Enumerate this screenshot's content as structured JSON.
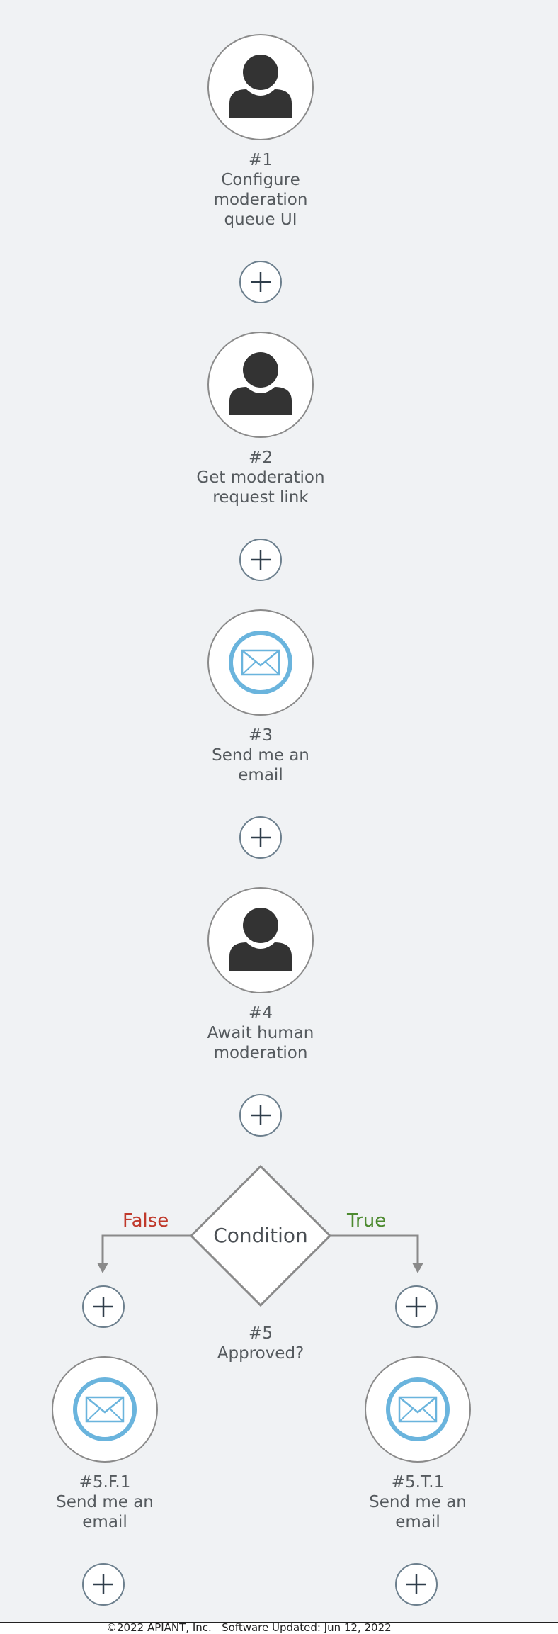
{
  "steps": [
    {
      "number": "#1",
      "lines": [
        "Configure",
        "moderation",
        "queue UI"
      ],
      "icon": "person-icon"
    },
    {
      "number": "#2",
      "lines": [
        "Get moderation",
        "request link"
      ],
      "icon": "person-icon"
    },
    {
      "number": "#3",
      "lines": [
        "Send me an",
        "email"
      ],
      "icon": "email-icon"
    },
    {
      "number": "#4",
      "lines": [
        "Await human",
        "moderation"
      ],
      "icon": "person-icon"
    }
  ],
  "condition": {
    "text": "Condition",
    "number": "#5",
    "title": "Approved?",
    "false_label": "False",
    "true_label": "True"
  },
  "branches": {
    "false": {
      "number": "#5.F.1",
      "lines": [
        "Send me an",
        "email"
      ],
      "icon": "email-icon"
    },
    "true": {
      "number": "#5.T.1",
      "lines": [
        "Send me an",
        "email"
      ],
      "icon": "email-icon"
    }
  },
  "footer": {
    "text": "©2022 APIANT, Inc.   Software Updated: Jun 12, 2022"
  },
  "colors": {
    "false": "#c0392b",
    "true": "#4c8a2f",
    "email_icon": "#6ab4dd",
    "person_icon": "#333333"
  }
}
